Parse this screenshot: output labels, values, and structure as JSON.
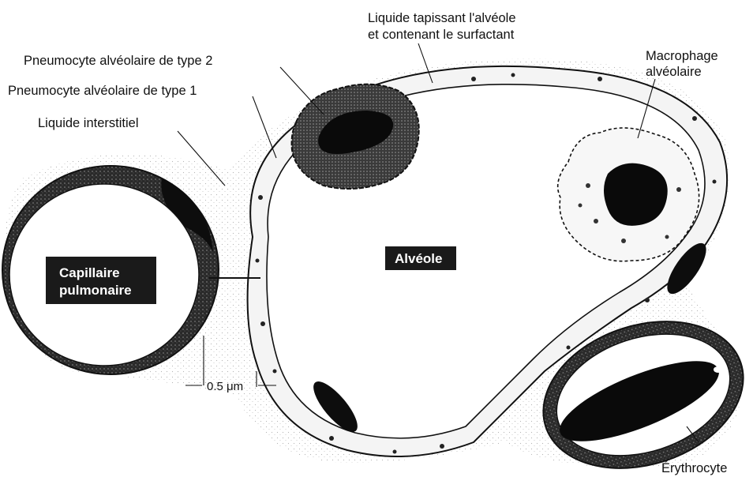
{
  "labels": {
    "liquide_tapissant_1": "Liquide tapissant l'alvéole",
    "liquide_tapissant_2": "et contenant le surfactant",
    "pneumocyte_2": "Pneumocyte alvéolaire de type 2",
    "pneumocyte_1": "Pneumocyte alvéolaire de type 1",
    "liquide_interstitiel": "Liquide interstitiel",
    "macrophage_1": "Macrophage",
    "macrophage_2": "alvéolaire",
    "capillaire_1": "Capillaire",
    "capillaire_2": "pulmonaire",
    "alveole": "Alvéole",
    "scale": "0.5 μm",
    "erythrocyte": "Érythrocyte"
  },
  "colors": {
    "ink": "#111111",
    "stipple": "#9a9a9a",
    "box": "#1a1a1a"
  }
}
